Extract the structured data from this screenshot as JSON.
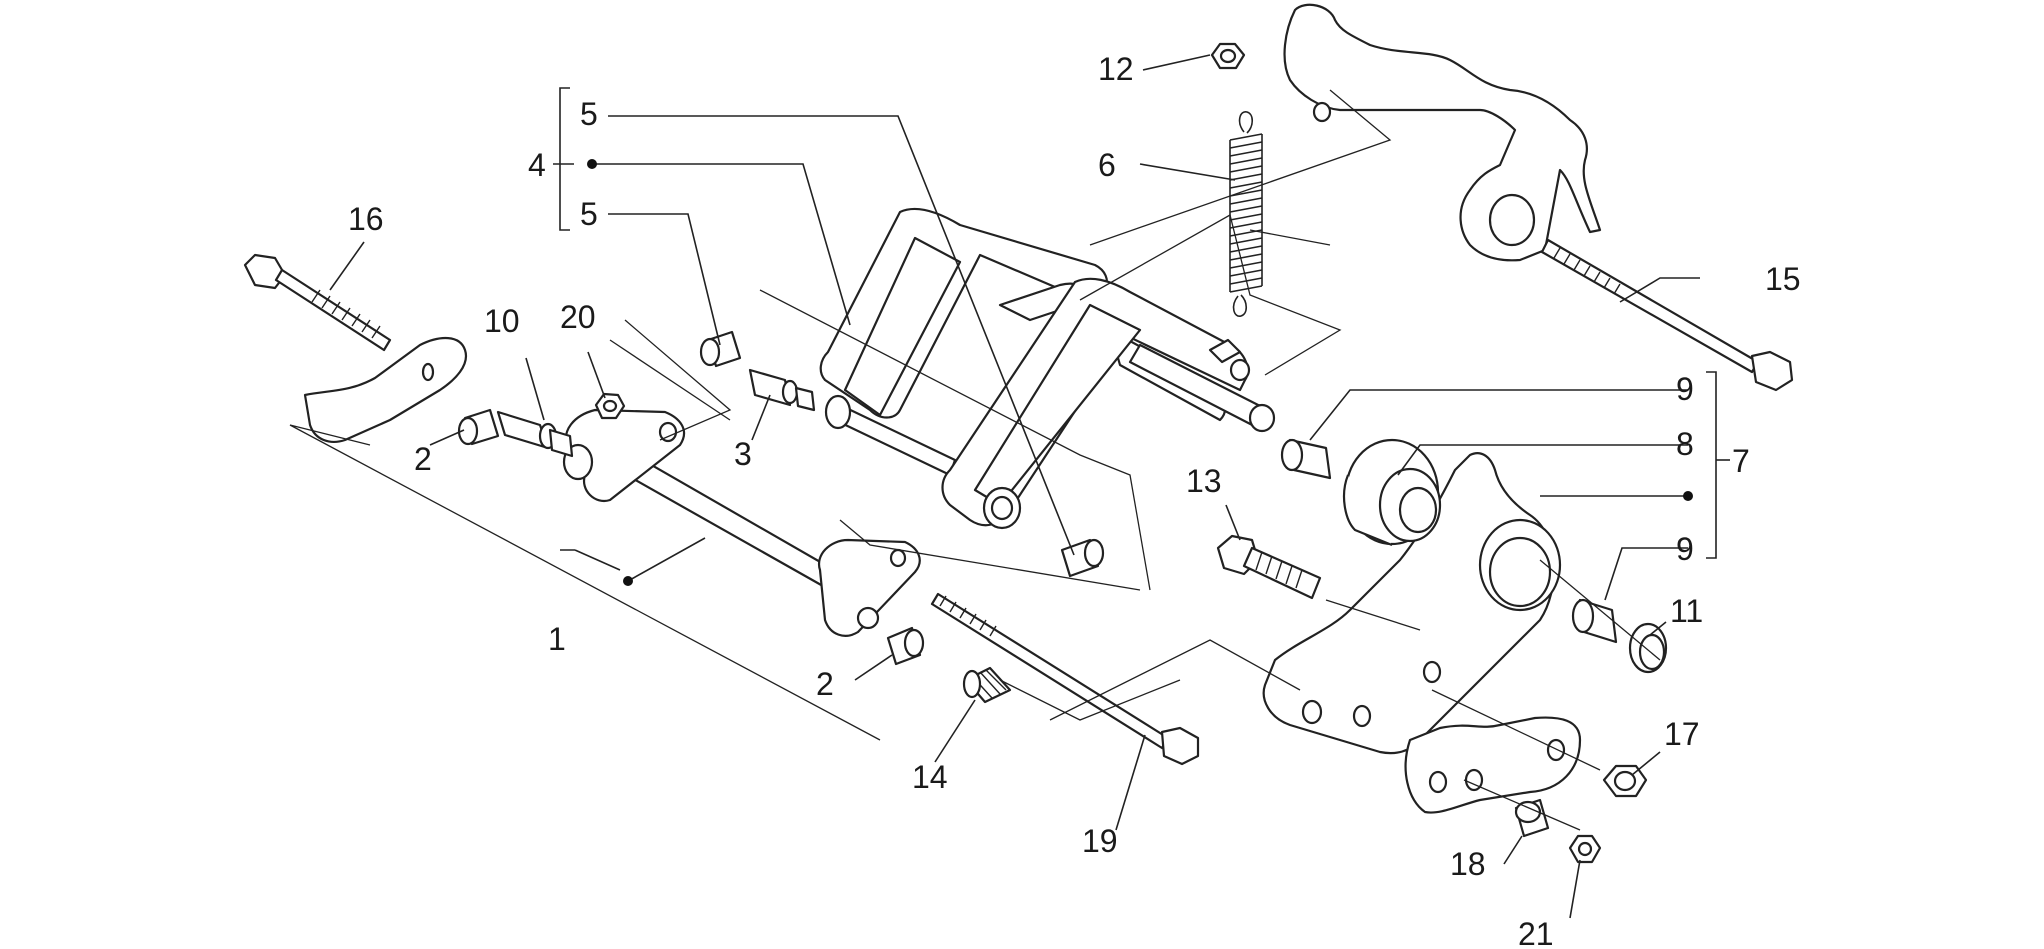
{
  "diagram": {
    "labels": {
      "l1": "1",
      "l2a": "2",
      "l2b": "2",
      "l3": "3",
      "l4": "4",
      "l5a": "5",
      "l5b": "5",
      "l6": "6",
      "l7": "7",
      "l8": "8",
      "l9a": "9",
      "l9b": "9",
      "l10": "10",
      "l11": "11",
      "l12": "12",
      "l13": "13",
      "l14": "14",
      "l15": "15",
      "l16": "16",
      "l17": "17",
      "l18": "18",
      "l19": "19",
      "l20": "20",
      "l21": "21"
    }
  }
}
